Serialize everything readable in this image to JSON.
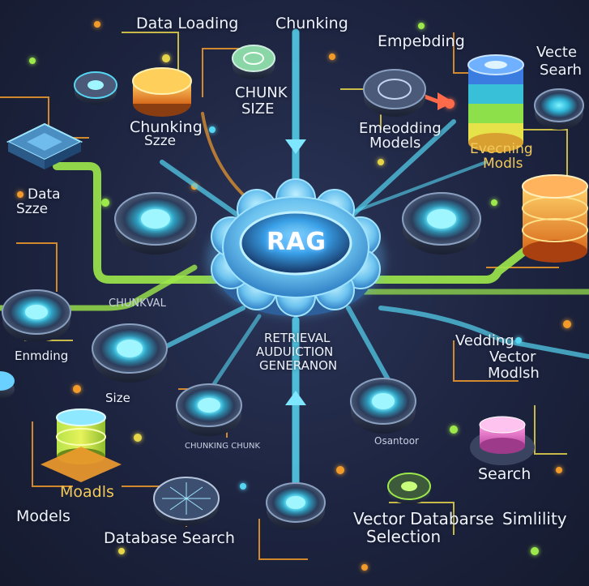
{
  "labels": {
    "data_loading": "Data Loading",
    "chunking_top": "Chunking",
    "embedding_top": "Empebding",
    "vector_search_top_1": "Vecte",
    "vector_search_top_2": "Searh",
    "chunk_size_1": "CHUNK",
    "chunk_size_2": "SIZE",
    "chunking_size_1": "Chunking",
    "chunking_size_2": "Szze",
    "embedding_models_1": "Emeodding",
    "embedding_models_2": "Models",
    "evecning_models_1": "Evecning",
    "evecning_models_2": "Modls",
    "data_size_1": "Data",
    "data_size_2": "Szze",
    "rag": "RAG",
    "chunkval": "CHUNKVAL",
    "retrieval_1": "RETRIEVAL",
    "retrieval_2": "AUDUICTION",
    "retrieval_3": "GENERANON",
    "enmding": "Enmding",
    "size": "Size",
    "vedding_1": "Vedding",
    "vedding_2": "Vector",
    "vedding_3": "Modlsh",
    "moadls": "Moadls",
    "models": "Models",
    "small_chunk": "CHUNKING CHUNK",
    "osantoor": "Osantoor",
    "search": "Search",
    "database_search": "Database Search",
    "vector_db_1": "Vector Databarse",
    "vector_db_2": "Selection",
    "similarity": "Simlility"
  },
  "colors": {
    "background": "#1c2238",
    "hub": "#5fb7f2",
    "hub_core": "#1b3f7a",
    "arrow_green": "#9de94b",
    "arrow_cyan": "#56d6f2",
    "orange": "#f29b2c",
    "yellow_label": "#f2c95a",
    "white_label": "#eef3ff"
  }
}
